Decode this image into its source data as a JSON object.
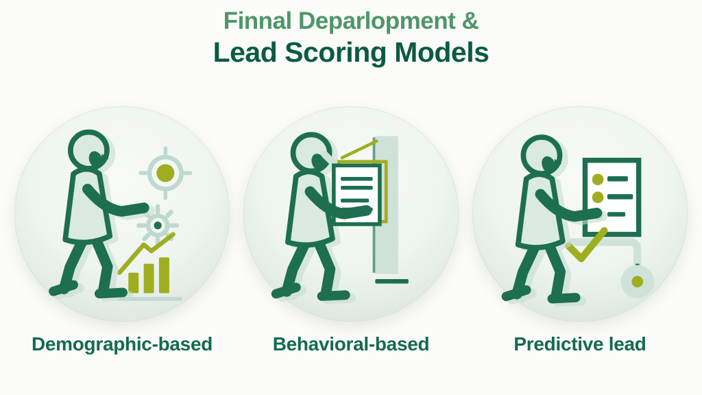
{
  "title": {
    "line1": "Finnal Deparlopment &",
    "line2": "Lead Scoring Models"
  },
  "cards": [
    {
      "label": "Demographic-based",
      "illustration": "person-presenting-demographic-analytics",
      "icons": [
        "person-figure",
        "target-icon",
        "gear-icon",
        "bar-chart-icon",
        "trend-line-icon"
      ]
    },
    {
      "label": "Behavioral-based",
      "illustration": "person-writing-on-behavior-document",
      "icons": [
        "person-figure",
        "document-icon",
        "pen-icon",
        "panel-icon"
      ]
    },
    {
      "label": "Predictive lead",
      "illustration": "person-reviewing-predictive-score-board",
      "icons": [
        "person-figure",
        "scoreboard-icon",
        "checkmark-icon",
        "score-dot-icon"
      ]
    }
  ],
  "theme": {
    "background": "#fbfbf9",
    "title_line1_color": "#4f9569",
    "title_line2_color": "#0b5b40",
    "label_color": "#146b4a",
    "figure_dark_green": "#1d6f4f",
    "figure_mint_fill": "#daeae1",
    "accent_olive": "#9fae1f",
    "accent_teal_light": "#bed9cf",
    "accent_teal_fill": "#cfe2da",
    "circle_fill_top": "#f8fbf8",
    "circle_fill_mid": "#eef4ef",
    "circle_fill_edge": "#dce7df"
  }
}
